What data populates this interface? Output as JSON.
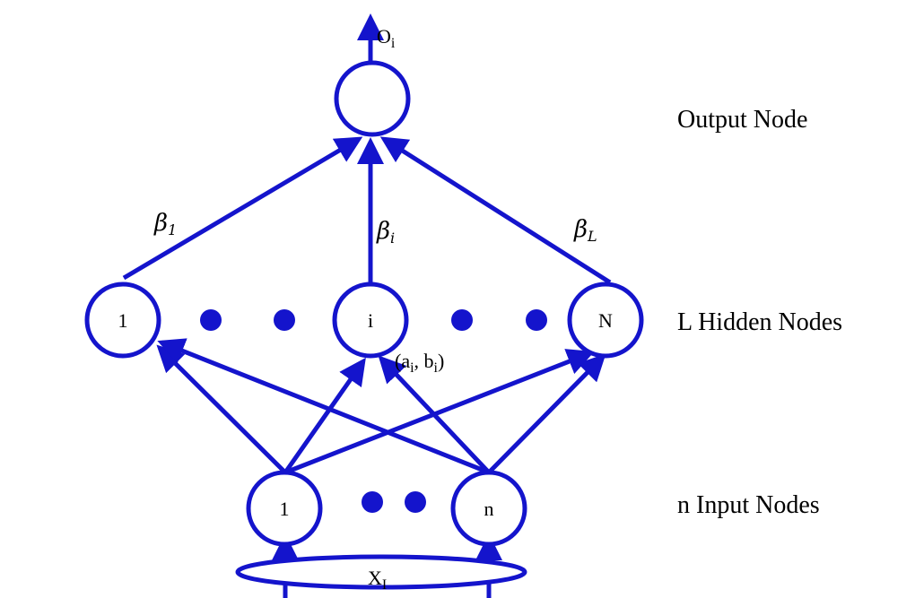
{
  "colors": {
    "network": "#1414cc",
    "text": "#000000"
  },
  "layers": {
    "output": {
      "label": "Output Node",
      "signal": "O",
      "signal_sub": "i"
    },
    "hidden": {
      "label": "L Hidden Nodes",
      "nodes": [
        "1",
        "i",
        "N"
      ],
      "param_pre": "(a",
      "param_sub1": "i",
      "param_mid": ", b",
      "param_sub2": "i",
      "param_post": ")"
    },
    "input": {
      "label": "n Input Nodes",
      "nodes": [
        "1",
        "n"
      ],
      "vector": "X",
      "vector_sub": "I"
    }
  },
  "weights": [
    {
      "sym": "β",
      "sub": "1"
    },
    {
      "sym": "β",
      "sub": "i"
    },
    {
      "sym": "β",
      "sub": "L"
    }
  ]
}
